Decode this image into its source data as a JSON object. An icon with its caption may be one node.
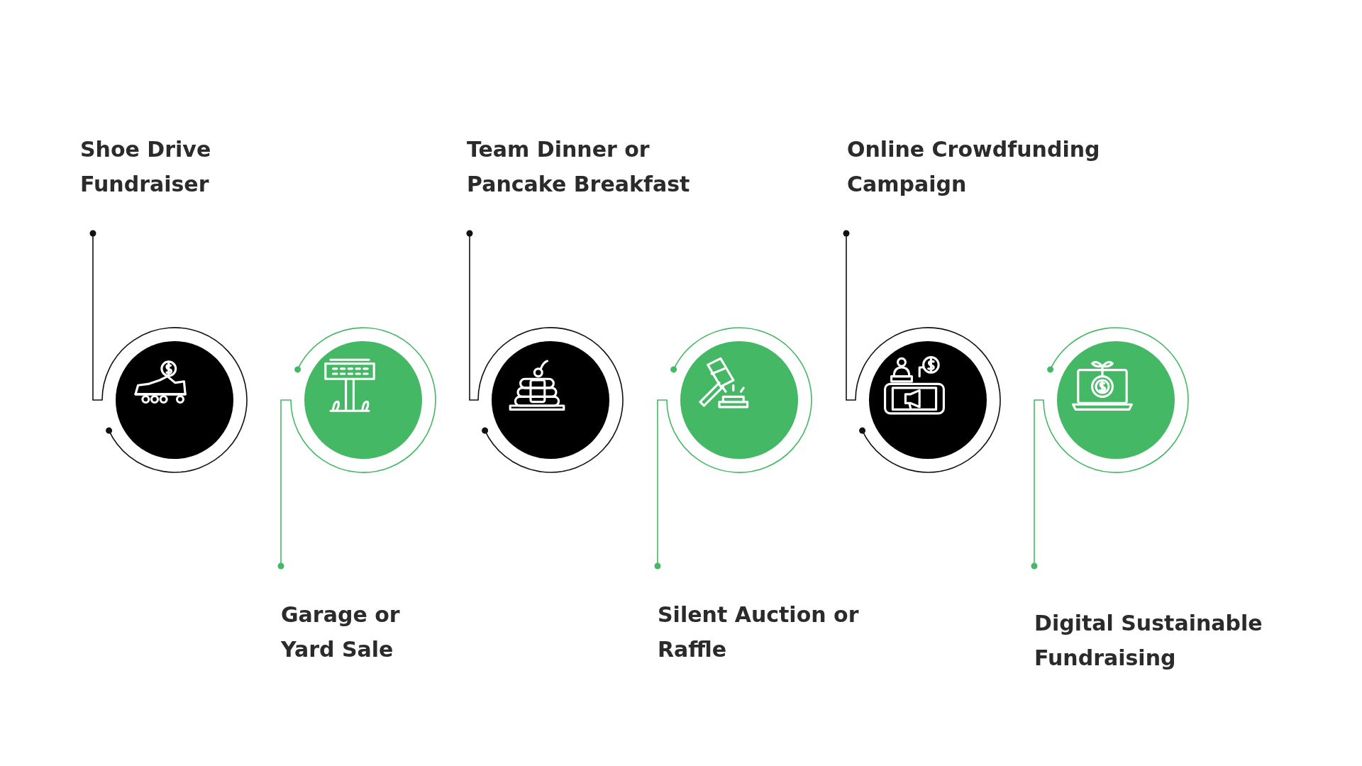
{
  "diagram": {
    "nodes": [
      {
        "text": [
          "Shoe Drive Fundraiser"
        ]
      },
      {
        "text": [],
        "shape": "circle"
      },
      {
        "text": [
          "Garage or Yard Sale"
        ]
      },
      {
        "text": [],
        "shape": "circle"
      },
      {
        "text": [
          "Team Dinner or Pancake Breakfast"
        ]
      },
      {
        "text": [],
        "shape": "circle"
      },
      {
        "text": [
          "Silent Auction or Raffle"
        ]
      },
      {
        "text": [],
        "shape": "circle"
      },
      {
        "text": [
          "Online Crowdfunding Campaign"
        ]
      },
      {
        "text": [],
        "shape": "circle"
      },
      {
        "text": [
          "Digital Sustainable Fundraising"
        ]
      },
      {
        "text": [],
        "shape": "circle"
      }
    ],
    "edges": [
      {
        "from": 0,
        "to": 1,
        "arrow": "other"
      },
      {
        "from": 2,
        "to": 3,
        "arrow": "other",
        "color": "#45b865"
      },
      {
        "from": 4,
        "to": 5,
        "arrow": "other"
      },
      {
        "from": 6,
        "to": 7,
        "arrow": "other",
        "color": "#45b865"
      },
      {
        "from": 8,
        "to": 9,
        "arrow": "other"
      },
      {
        "from": 10,
        "to": 11,
        "arrow": "other",
        "color": "#45b865"
      }
    ]
  }
}
